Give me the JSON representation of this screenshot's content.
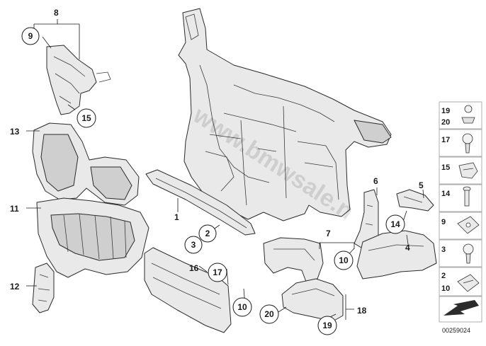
{
  "diagram": {
    "part_labels": {
      "p1": "1",
      "p2": "2",
      "p3": "3",
      "p4": "4",
      "p5": "5",
      "p6": "6",
      "p7": "7",
      "p8": "8",
      "p9": "9",
      "p10": "10",
      "p11": "11",
      "p12": "12",
      "p13": "13",
      "p14": "14",
      "p15": "15",
      "p16": "16",
      "p17": "17",
      "p18": "18",
      "p19": "19",
      "p20": "20"
    },
    "legend": {
      "r1": [
        "19",
        "20"
      ],
      "r2": [
        "17"
      ],
      "r3": [
        "15"
      ],
      "r4": [
        "14"
      ],
      "r5": [
        "9"
      ],
      "r6": [
        "3"
      ],
      "r7": [
        "2",
        "10"
      ]
    },
    "watermark": "www.bmwsale.n",
    "doc_number": "00259024"
  }
}
